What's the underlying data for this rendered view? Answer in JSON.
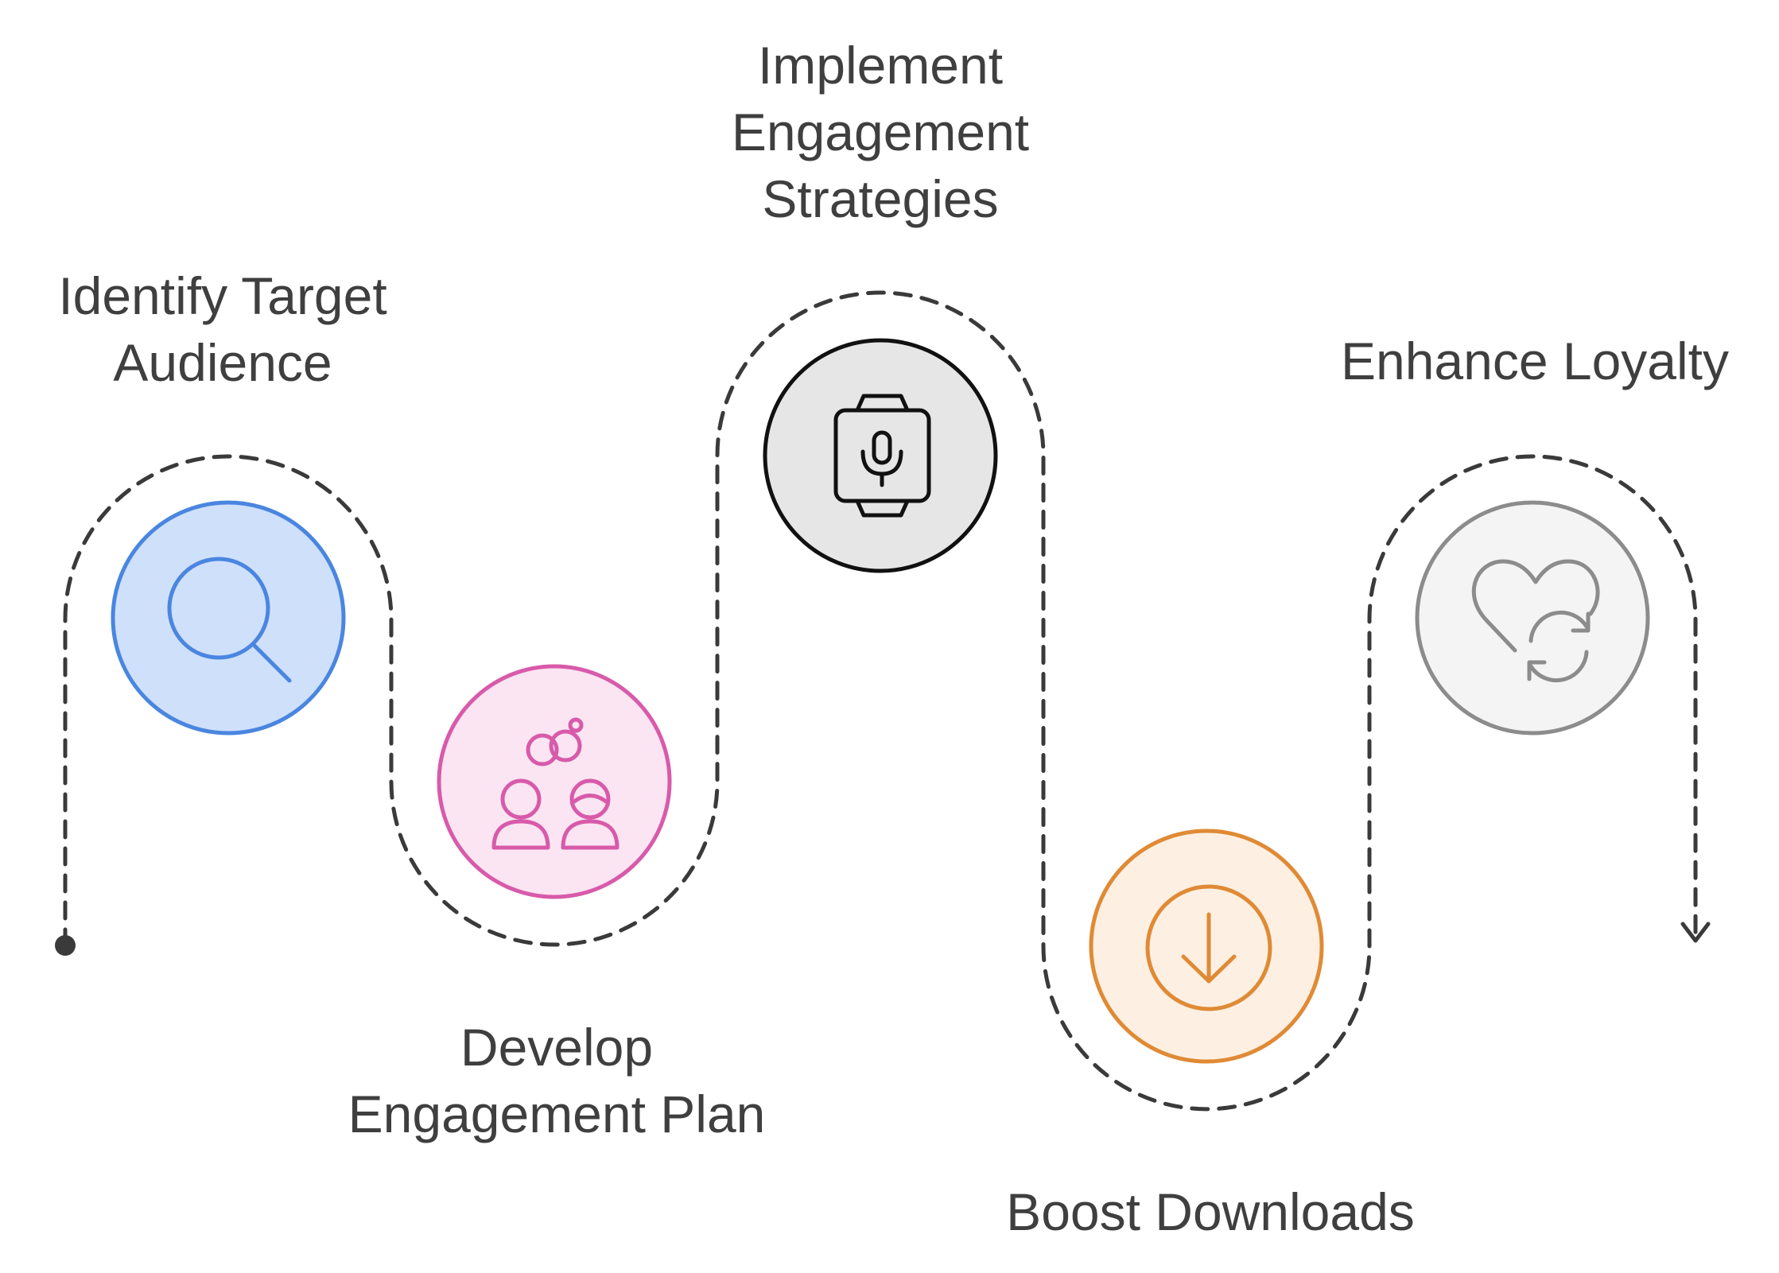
{
  "title": "",
  "steps": [
    {
      "id": "identify",
      "label_lines": [
        "Identify Target",
        "Audience"
      ],
      "icon": "magnifying-glass-icon",
      "stroke": "#4a86e0",
      "fill": "#cfe0fb"
    },
    {
      "id": "develop",
      "label_lines": [
        "Develop",
        "Engagement Plan"
      ],
      "icon": "people-connection-icon",
      "stroke": "#d85aaa",
      "fill": "#fbe5f2"
    },
    {
      "id": "implement",
      "label_lines": [
        "Implement",
        "Engagement",
        "Strategies"
      ],
      "icon": "smartwatch-microphone-icon",
      "stroke": "#111111",
      "fill": "#e6e6e6"
    },
    {
      "id": "boost",
      "label_lines": [
        "Boost Downloads"
      ],
      "icon": "download-arrow-icon",
      "stroke": "#e08a35",
      "fill": "#fdf0e3"
    },
    {
      "id": "loyalty",
      "label_lines": [
        "Enhance Loyalty"
      ],
      "icon": "heart-refresh-icon",
      "stroke": "#8c8c8c",
      "fill": "#f4f4f4"
    }
  ],
  "path_color": "#3a3a3a"
}
